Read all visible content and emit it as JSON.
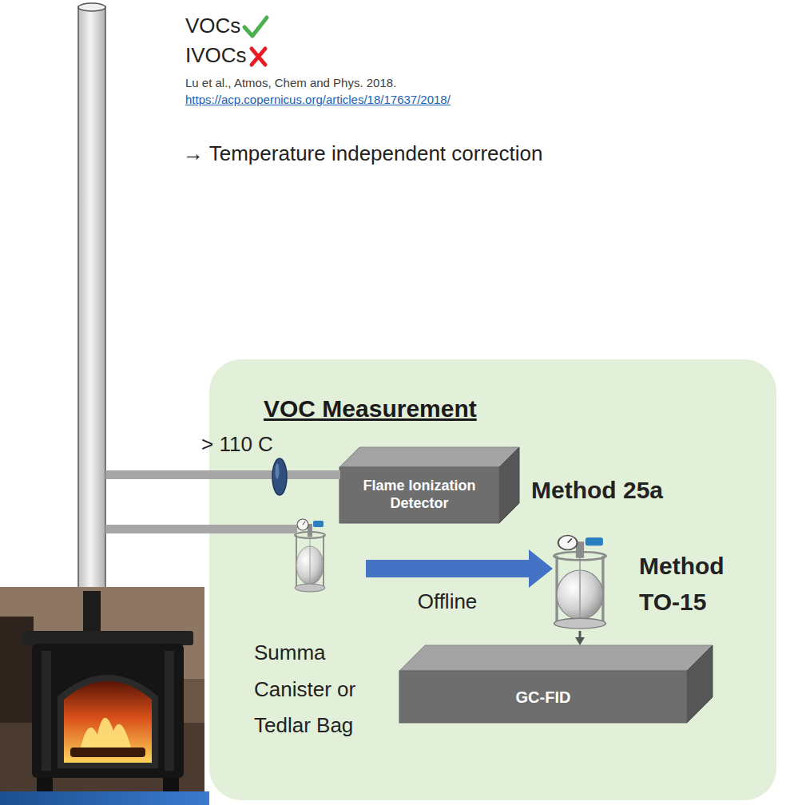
{
  "diagram": {
    "nodes": [
      {
        "text": [
          "VOC Measurement"
        ]
      },
      {
        "text": [
          "Flame Ionization Detector"
        ],
        "in": 0
      },
      {
        "text": [
          "Summa Canister or Tedlar Bag"
        ],
        "in": 0
      },
      {
        "text": [
          "Method TO-15"
        ],
        "in": 0
      },
      {
        "text": [
          "GC-FID"
        ],
        "in": 0
      }
    ],
    "edges": [
      {
        "from": 2,
        "to": 3,
        "arrow": "to",
        "label": "Offline"
      },
      {
        "from": 3,
        "to": 4,
        "arrow": "to"
      }
    ],
    "labels": [
      "VOCs",
      "IVOCs",
      "Lu et al., Atmos, Chem and Phys. 2018.",
      "https://acp.copernicus.org/articles/18/17637/2018/",
      "→ Temperature independent correction",
      "> 110 C",
      "Method 25a"
    ]
  }
}
